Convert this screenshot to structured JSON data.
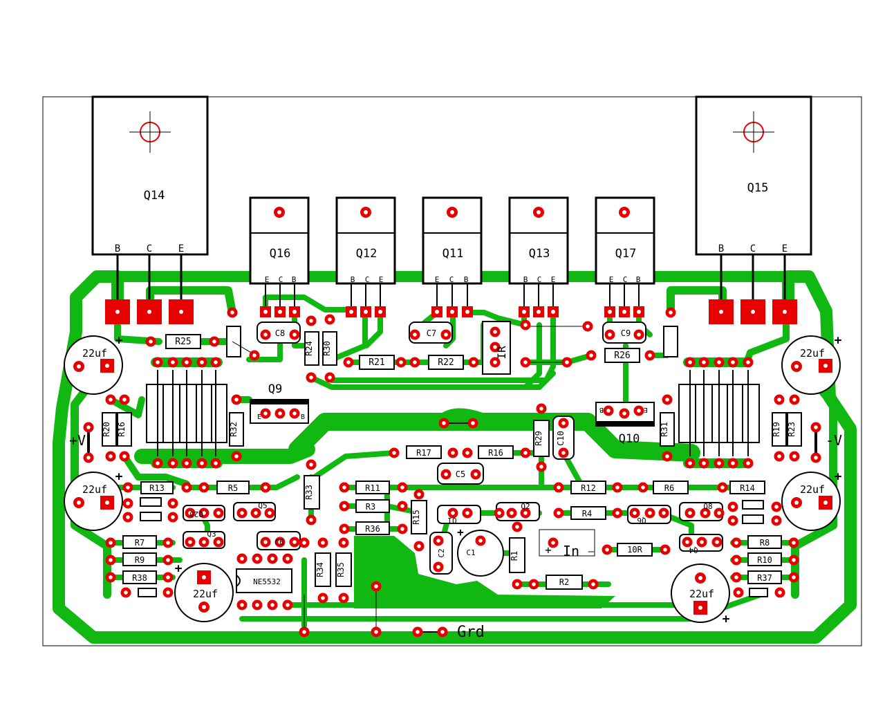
{
  "colors": {
    "trace": "#12b812",
    "pad": "#e60000",
    "silk": "#000000",
    "background": "#ffffff",
    "hole": "#ffffff"
  },
  "power": {
    "q14": {
      "label": "Q14",
      "pins": [
        "B",
        "C",
        "E"
      ]
    },
    "q15": {
      "label": "Q15",
      "pins": [
        "B",
        "C",
        "E"
      ]
    }
  },
  "drivers": {
    "q16": {
      "label": "Q16",
      "pins": [
        "E",
        "C",
        "B"
      ]
    },
    "q12": {
      "label": "Q12",
      "pins": [
        "B",
        "C",
        "E"
      ]
    },
    "q11": {
      "label": "Q11",
      "pins": [
        "E",
        "C",
        "B"
      ]
    },
    "q13": {
      "label": "Q13",
      "pins": [
        "B",
        "C",
        "E"
      ]
    },
    "q17": {
      "label": "Q17",
      "pins": [
        "E",
        "C",
        "B"
      ]
    }
  },
  "parts": {
    "q9": "Q9",
    "q10": "Q10",
    "q9_e": "E",
    "q9_b": "B",
    "q10_b": "B",
    "q10_e": "E",
    "r25": "R25",
    "r24": "R24",
    "r30": "R30",
    "r21": "R21",
    "r22": "R22",
    "r26": "R26",
    "c8": "C8",
    "c7": "C7",
    "c9": "C9",
    "ir": "IR",
    "r20": "R20",
    "r16a": "R16",
    "r32": "R32",
    "r31": "R31",
    "r19": "R19",
    "r23": "R23",
    "r17": "R17",
    "r16b": "R16",
    "r29": "R29",
    "c10": "C10",
    "c5": "C5",
    "r13": "R13",
    "r5": "R5",
    "q20": "Q20",
    "q5": "Q5",
    "q3": "Q3",
    "r7": "R7",
    "r9": "R9",
    "r38": "R38",
    "r33": "R33",
    "r11": "R11",
    "r3": "R3",
    "r36": "R36",
    "r15": "R15",
    "c6": "C6",
    "r34": "R34",
    "r35": "R35",
    "ic": "NE5532",
    "q1": "Q1",
    "q2": "Q2",
    "r12": "R12",
    "r4": "R4",
    "r6": "R6",
    "q6": "Q6",
    "q8": "Q8",
    "r14": "R14",
    "r8": "R8",
    "r10": "R10",
    "r37": "R37",
    "q4": "Q4",
    "c2": "C2",
    "c1": "C1",
    "r1": "R1",
    "r2": "R2",
    "r10r": "10R"
  },
  "caps": {
    "c_tl": "22uf",
    "c_ml": "22uf",
    "c_bl": "22uf",
    "c_tr": "22uf",
    "c_mr": "22uf",
    "c_br": "22uf"
  },
  "labels": {
    "vpos": "+V",
    "vneg": "-V",
    "in": "In",
    "in_plus": "+",
    "in_minus": "—",
    "grd": "Grd",
    "plus": "+"
  }
}
